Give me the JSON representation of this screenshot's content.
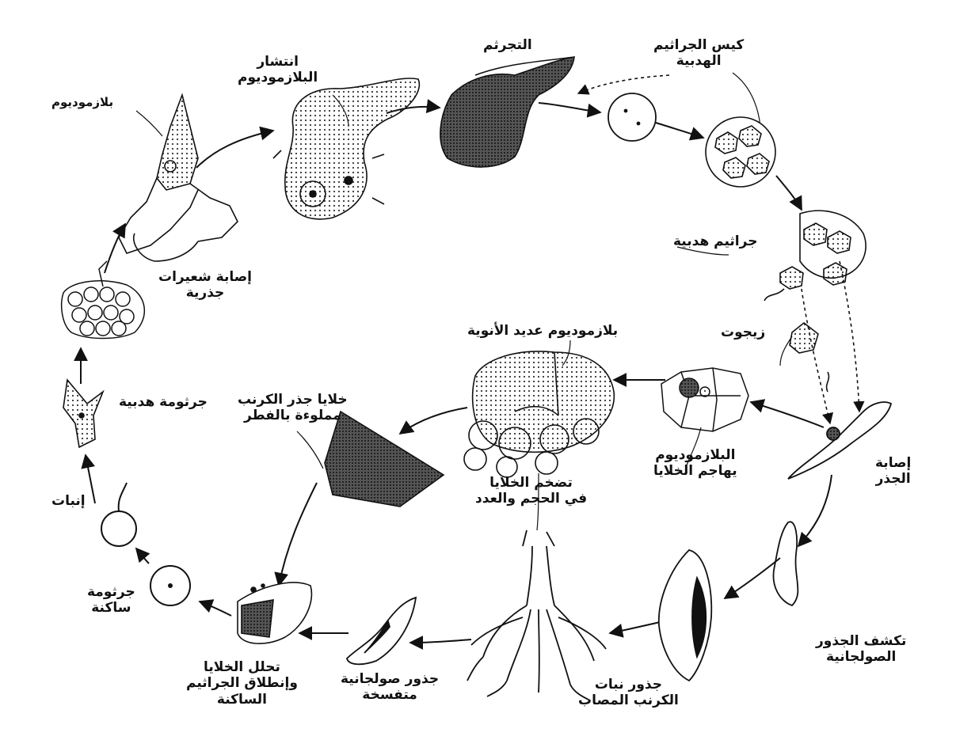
{
  "colors": {
    "ink": "#111111",
    "paper": "#ffffff",
    "shade": "#2b2b2b"
  },
  "labels": {
    "plasmodium": "بلازموديوم",
    "plasmodium_spread": [
      "انتشار",
      "البلازموديوم"
    ],
    "cleavage": "التجرثم",
    "sporangium": [
      "كيس الجراثيم",
      "الهدبية"
    ],
    "zoospores": "جراثيم هدبية",
    "zygote": "زيجوت",
    "root_infection": [
      "إصابة",
      "الجذر"
    ],
    "plasmodium_attacks": [
      "البلازموديوم",
      "يهاجم الخلايا"
    ],
    "multinucleate_plasmodium": "بلازموديوم عديد الأنوية",
    "cell_enlargement": [
      "تضخم الخلايا",
      "في الحجم والعدد"
    ],
    "cabbage_root_cells": [
      "خلايا جذر الكرنب",
      "مملوءة بالفطر"
    ],
    "club_formation": [
      "تكشف الجذور",
      "الصولجانية"
    ],
    "infected_roots": [
      "جذور نبات",
      "الكرنب المصاب"
    ],
    "decaying_clubs": [
      "جذور صولجانية",
      "متفسخة"
    ],
    "cell_lysis": [
      "تحلل الخلايا",
      "وإنطلاق الجراثيم",
      "الساكنة"
    ],
    "resting_spore": [
      "جرثومة",
      "ساكنة"
    ],
    "germination": "إنبات",
    "zoospore_single": "جرثومة هدبية",
    "root_hair_infection": [
      "إصابة شعيرات",
      "جذرية"
    ]
  }
}
